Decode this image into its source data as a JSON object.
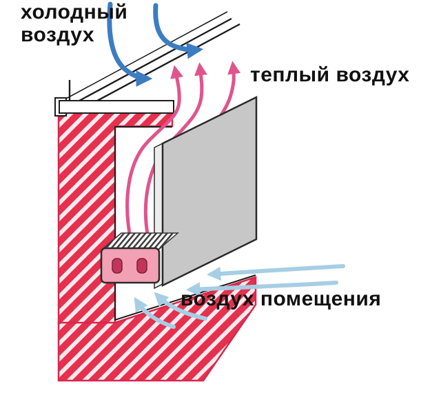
{
  "diagram": {
    "labels": {
      "cold_air": {
        "line1": "холодный",
        "line2": "воздух"
      },
      "warm_air": "теплый воздух",
      "room_air": "воздух помещения"
    },
    "arrow_flows": [
      {
        "name": "cold-air",
        "label": "холодный воздух",
        "color": "#3c7dc2"
      },
      {
        "name": "warm-air",
        "label": "теплый воздух",
        "color": "#e0548c"
      },
      {
        "name": "room-air",
        "label": "воздух помещения",
        "color": "#a6cee5"
      }
    ],
    "colors": {
      "wall_hatch_red": "#e5304e",
      "wall_outline_red": "#d5294d",
      "wall_gap_pink": "#fbe9ec",
      "cold_arrow_blue": "#3c7dc2",
      "warm_arrow_pink": "#e0548c",
      "room_arrow_lightblue": "#a6cee5",
      "panel_gray": "#c7c7c7",
      "panel_edge_light": "#ececec",
      "heater_pink": "#f2a0b4",
      "heater_slot_red": "#c2355b",
      "line_black": "#1c1c1c",
      "label_text": "#111111"
    }
  }
}
